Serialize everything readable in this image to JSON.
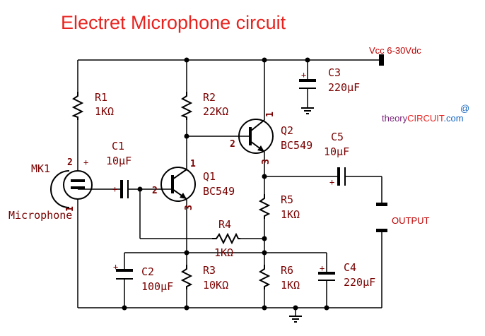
{
  "title": "Electret Microphone circuit",
  "supply": {
    "label": "Vcc 6-30Vdc"
  },
  "output": {
    "label": "OUTPUT"
  },
  "brand": {
    "part1": "theory",
    "part2": "CIRCUIT",
    "at": "@",
    "dotcom": ".com"
  },
  "components": {
    "r1": {
      "ref": "R1",
      "value": "1KΩ"
    },
    "r2": {
      "ref": "R2",
      "value": "22KΩ"
    },
    "r3": {
      "ref": "R3",
      "value": "10KΩ"
    },
    "r4": {
      "ref": "R4",
      "value": "1KΩ"
    },
    "r5": {
      "ref": "R5",
      "value": "1KΩ"
    },
    "r6": {
      "ref": "R6",
      "value": "1KΩ"
    },
    "c1": {
      "ref": "C1",
      "value": "10µF"
    },
    "c2": {
      "ref": "C2",
      "value": "100µF"
    },
    "c3": {
      "ref": "C3",
      "value": "220µF"
    },
    "c4": {
      "ref": "C4",
      "value": "220µF"
    },
    "c5": {
      "ref": "C5",
      "value": "10µF"
    },
    "q1": {
      "ref": "Q1",
      "value": "BC549"
    },
    "q2": {
      "ref": "Q2",
      "value": "BC549"
    },
    "mk1": {
      "ref": "MK1",
      "value": "Microphone"
    }
  },
  "pins": {
    "one": "1",
    "two": "2",
    "three": "3",
    "plus": "+"
  }
}
